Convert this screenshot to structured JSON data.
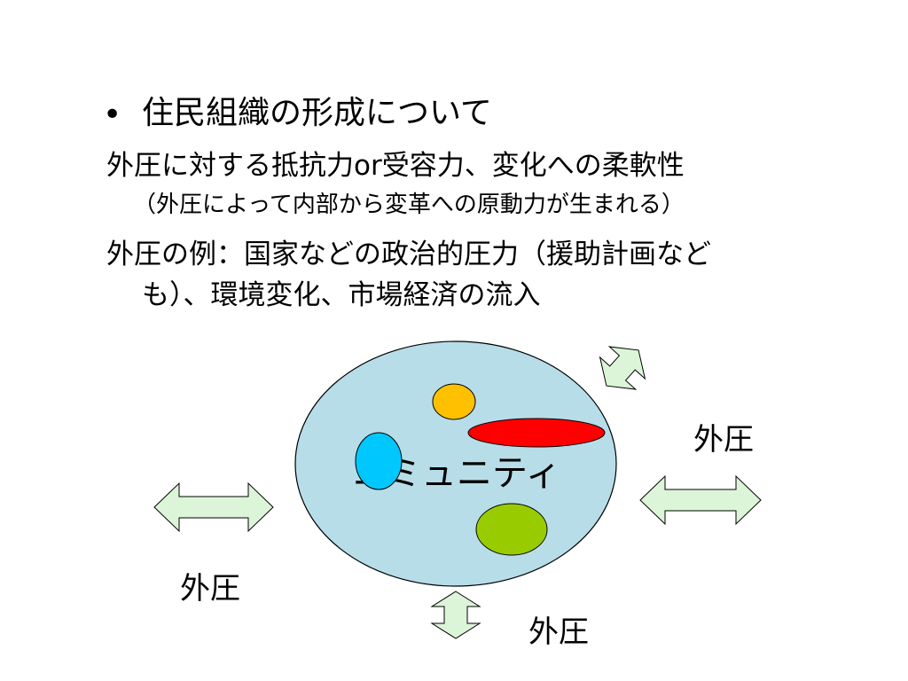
{
  "slide": {
    "bullet_symbol": "•",
    "heading": "住民組織の形成について",
    "line_resistance": "外圧に対する抵抗力or受容力、変化への柔軟性",
    "line_note": "（外圧によって内部から変革への原動力が生まれる）",
    "line_examples_1": "外圧の例：国家などの政治的圧力（援助計画など",
    "line_examples_2": "も）、環境変化、市場経済の流入"
  },
  "diagram": {
    "community_label": "コミュニティ",
    "pressure_right": "外圧",
    "pressure_left": "外圧",
    "pressure_bottom": "外圧",
    "colors": {
      "community_fill": "#b7dde8",
      "arrow_fill": "#dcf5d8",
      "blob_orange": "#ffc000",
      "blob_red": "#ff0000",
      "blob_blue": "#00c8ff",
      "blob_green": "#99cc00"
    }
  }
}
